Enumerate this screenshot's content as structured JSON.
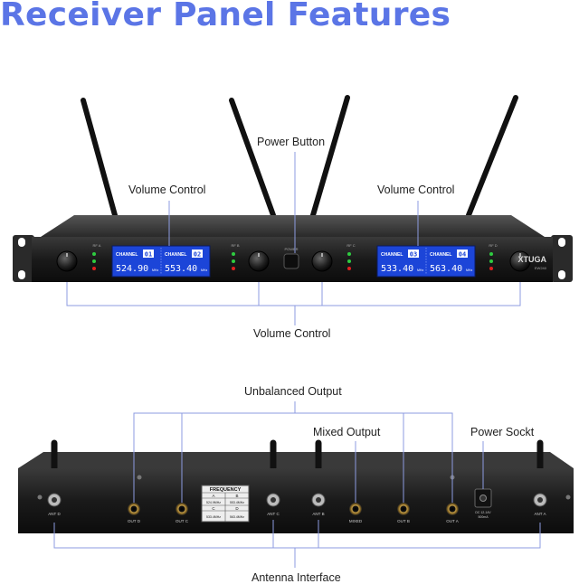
{
  "title": "Receiver Panel Features",
  "front": {
    "callouts": {
      "volume_left": "Volume Control",
      "power_button": "Power Button",
      "volume_right": "Volume Control",
      "volume_bottom": "Volume Control"
    },
    "brand": "XTUGA",
    "model": "EW240",
    "power_text": "POWER",
    "rf_a": "RF A",
    "rf_b": "RF B",
    "rf_c": "RF C",
    "rf_d": "RF D",
    "displays": [
      {
        "channel_label": "CHANNEL",
        "channel": "01",
        "freq": "524.90",
        "unit": "MHz"
      },
      {
        "channel_label": "CHANNEL",
        "channel": "02",
        "freq": "553.40",
        "unit": "MHz"
      },
      {
        "channel_label": "CHANNEL",
        "channel": "03",
        "freq": "533.40",
        "unit": "MHz"
      },
      {
        "channel_label": "CHANNEL",
        "channel": "04",
        "freq": "563.40",
        "unit": "MHz"
      }
    ]
  },
  "rear": {
    "callouts": {
      "unbalanced_output": "Unbalanced Output",
      "mixed_output": "Mixed Output",
      "power_sockt": "Power Sockt",
      "antenna_interface": "Antenna Interface"
    },
    "frequency_table": {
      "title": "FREQUENCY",
      "headers_top": [
        "A",
        "B"
      ],
      "row_top": [
        "524.9MHz",
        "553.4MHz"
      ],
      "headers_bottom": [
        "C",
        "D"
      ],
      "row_bottom": [
        "533.4MHz",
        "563.4MHz"
      ]
    },
    "port_labels": {
      "ant_d": "ANT D",
      "out_d": "OUT D",
      "out_c": "OUT C",
      "ant_c": "ANT C",
      "ant_b": "ANT B",
      "mixed": "MIXED",
      "out_b": "OUT B",
      "out_a": "OUT A",
      "dc": "DC 12-14V",
      "dc_current": "500mA",
      "ant_a": "ANT A"
    }
  }
}
